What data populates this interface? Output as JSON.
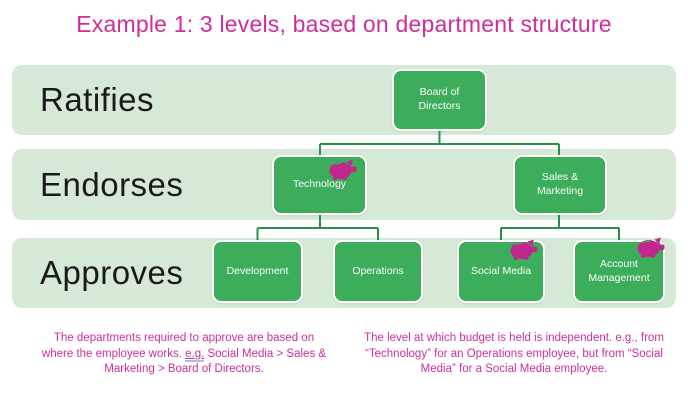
{
  "title": "Example 1: 3 levels, based on department structure",
  "levels": [
    {
      "label": "Ratifies"
    },
    {
      "label": "Endorses"
    },
    {
      "label": "Approves"
    }
  ],
  "nodes": {
    "board": {
      "label": "Board of Directors",
      "budget_icon": false
    },
    "technology": {
      "label": "Technology",
      "budget_icon": true
    },
    "sales": {
      "label": "Sales & Marketing",
      "budget_icon": false
    },
    "development": {
      "label": "Development",
      "budget_icon": false
    },
    "operations": {
      "label": "Operations",
      "budget_icon": false
    },
    "social": {
      "label": "Social Media",
      "budget_icon": true
    },
    "account": {
      "label": "Account Management",
      "budget_icon": true
    }
  },
  "notes": {
    "left": {
      "before": "The departments required to approve are based on where the employee works. ",
      "eg": "e.g.",
      "after": " Social Media > Sales & Marketing > Board of Directors."
    },
    "right": {
      "text": "The level at which budget is held is independent. e.g., from “Technology” for an Operations employee, but from “Social Media” for a Social Media employee."
    }
  },
  "icons": {
    "budget": "piggy-bank-icon"
  },
  "colors": {
    "title_pink": "#d02c9b",
    "note_pink": "#ce2e9c",
    "band_green": "#d6e8d6",
    "node_green": "#3cae5b",
    "connector_green": "#27914a",
    "piggy_magenta": "#c1278f",
    "band_text": "#1a1a1a",
    "node_text": "#ffffff"
  }
}
